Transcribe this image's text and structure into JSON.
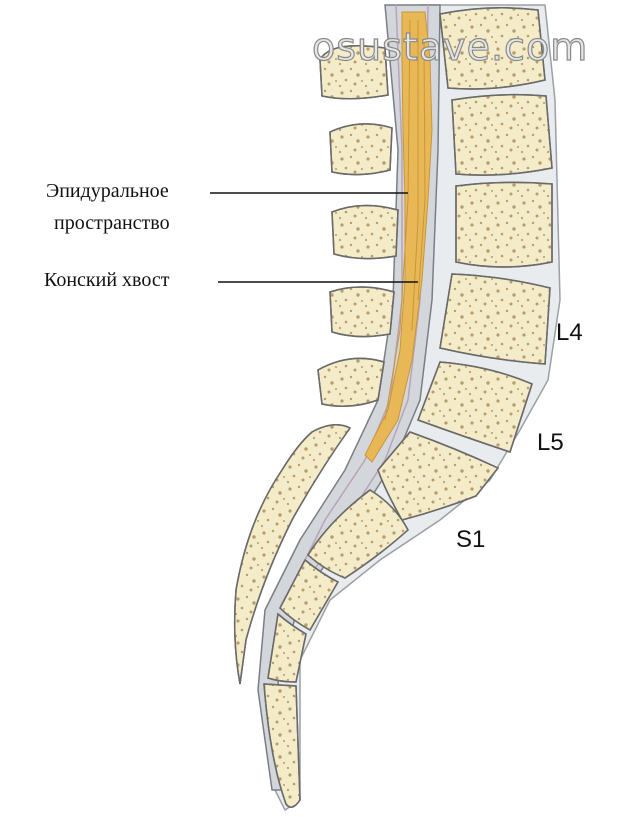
{
  "watermark": "osustave.com",
  "labels": {
    "epidural_line1": "Эпидуральное",
    "epidural_line2": "пространство",
    "cauda": "Конский хвост",
    "l4": "L4",
    "l5": "L5",
    "s1": "S1"
  },
  "colors": {
    "bone_fill": "#f4ecc8",
    "bone_outline": "#6a6a6a",
    "bone_speckle": "#b89c6e",
    "disc": "#e9ecef",
    "canal": "#cfd2d7",
    "nerve": "#e8b857"
  }
}
